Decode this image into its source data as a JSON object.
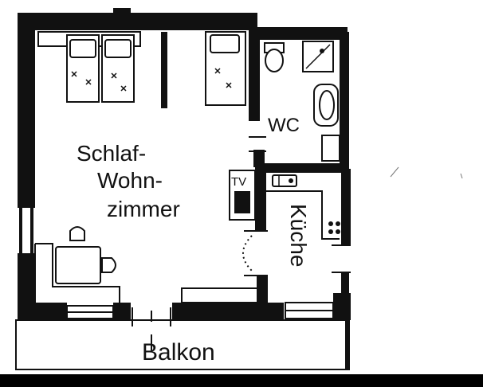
{
  "rooms": {
    "living": {
      "line1": "Schlaf-",
      "line2": "Wohn-",
      "line3": "zimmer"
    },
    "wc": "WC",
    "kitchen": "Küche",
    "balcony": "Balkon"
  },
  "fixtures": {
    "tv": "TV"
  },
  "colors": {
    "wall": "#111111",
    "background": "#ffffff",
    "line": "#111111"
  }
}
